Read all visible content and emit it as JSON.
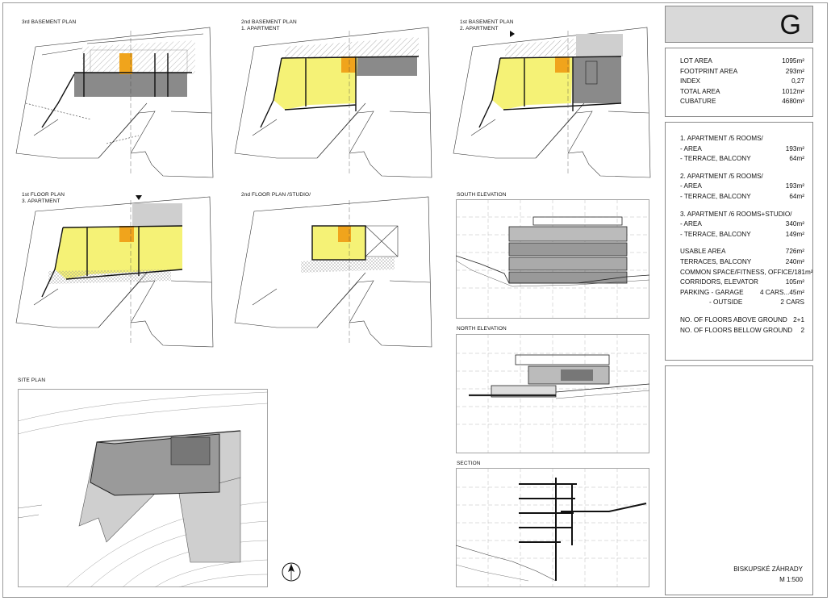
{
  "sheet": {
    "letter": "G",
    "plans": [
      {
        "label": "3rd BASEMENT PLAN"
      },
      {
        "label": "2nd BASEMENT PLAN\n1. APARTMENT"
      },
      {
        "label": "1st BASEMENT PLAN\n2. APARTMENT"
      },
      {
        "label": "1st FLOOR PLAN\n3. APARTMENT"
      },
      {
        "label": "2nd FLOOR PLAN /STUDIO/"
      }
    ],
    "elevations": [
      {
        "label": "SOUTH ELEVATION"
      },
      {
        "label": "NORTH ELEVATION"
      },
      {
        "label": "SECTION"
      }
    ],
    "site_plan": {
      "label": "SITE PLAN"
    }
  },
  "summary_table": [
    {
      "label": "LOT AREA",
      "value": "1095m²"
    },
    {
      "label": "FOOTPRINT AREA",
      "value": "293m²"
    },
    {
      "label": "INDEX",
      "value": "0,27"
    },
    {
      "label": "TOTAL AREA",
      "value": "1012m²"
    },
    {
      "label": "CUBATURE",
      "value": "4680m³"
    }
  ],
  "details_table": {
    "apartments": [
      {
        "title": "1. APARTMENT /5 ROOMS/",
        "area_label": "- AREA",
        "area": "193m²",
        "terrace_label": "- TERRACE, BALCONY",
        "terrace": "64m²"
      },
      {
        "title": "2. APARTMENT /5 ROOMS/",
        "area_label": "- AREA",
        "area": "193m²",
        "terrace_label": "- TERRACE, BALCONY",
        "terrace": "64m²"
      },
      {
        "title": "3. APARTMENT /6 ROOMS+STUDIO/",
        "area_label": "- AREA",
        "area": "340m²",
        "terrace_label": "- TERRACE, BALCONY",
        "terrace": "149m²"
      }
    ],
    "totals": [
      {
        "label": "USABLE AREA",
        "value": "726m²"
      },
      {
        "label": "TERRACES, BALCONY",
        "value": "240m²"
      },
      {
        "label": "COMMON SPACE/FITNESS, OFFICE/",
        "value": "181m²"
      },
      {
        "label": "CORRIDORS, ELEVATOR",
        "value": "105m²"
      },
      {
        "label": "PARKING - GARAGE",
        "value": "4 CARS...45m²"
      },
      {
        "label": "- OUTSIDE",
        "value": "2 CARS"
      }
    ],
    "floors": [
      {
        "label": "NO. OF FLOORS ABOVE GROUND",
        "value": "2+1"
      },
      {
        "label": "NO. OF FLOORS BELLOW GROUND",
        "value": "2"
      }
    ]
  },
  "title_block": {
    "project": "BISKUPSKÉ ZÁHRADY",
    "scale": "M 1:500"
  },
  "colors": {
    "apartment_fill": "#f5f276",
    "core_fill": "#f0a41c",
    "service_fill": "#8a8a8a",
    "site_fill": "#cfcfcf"
  }
}
